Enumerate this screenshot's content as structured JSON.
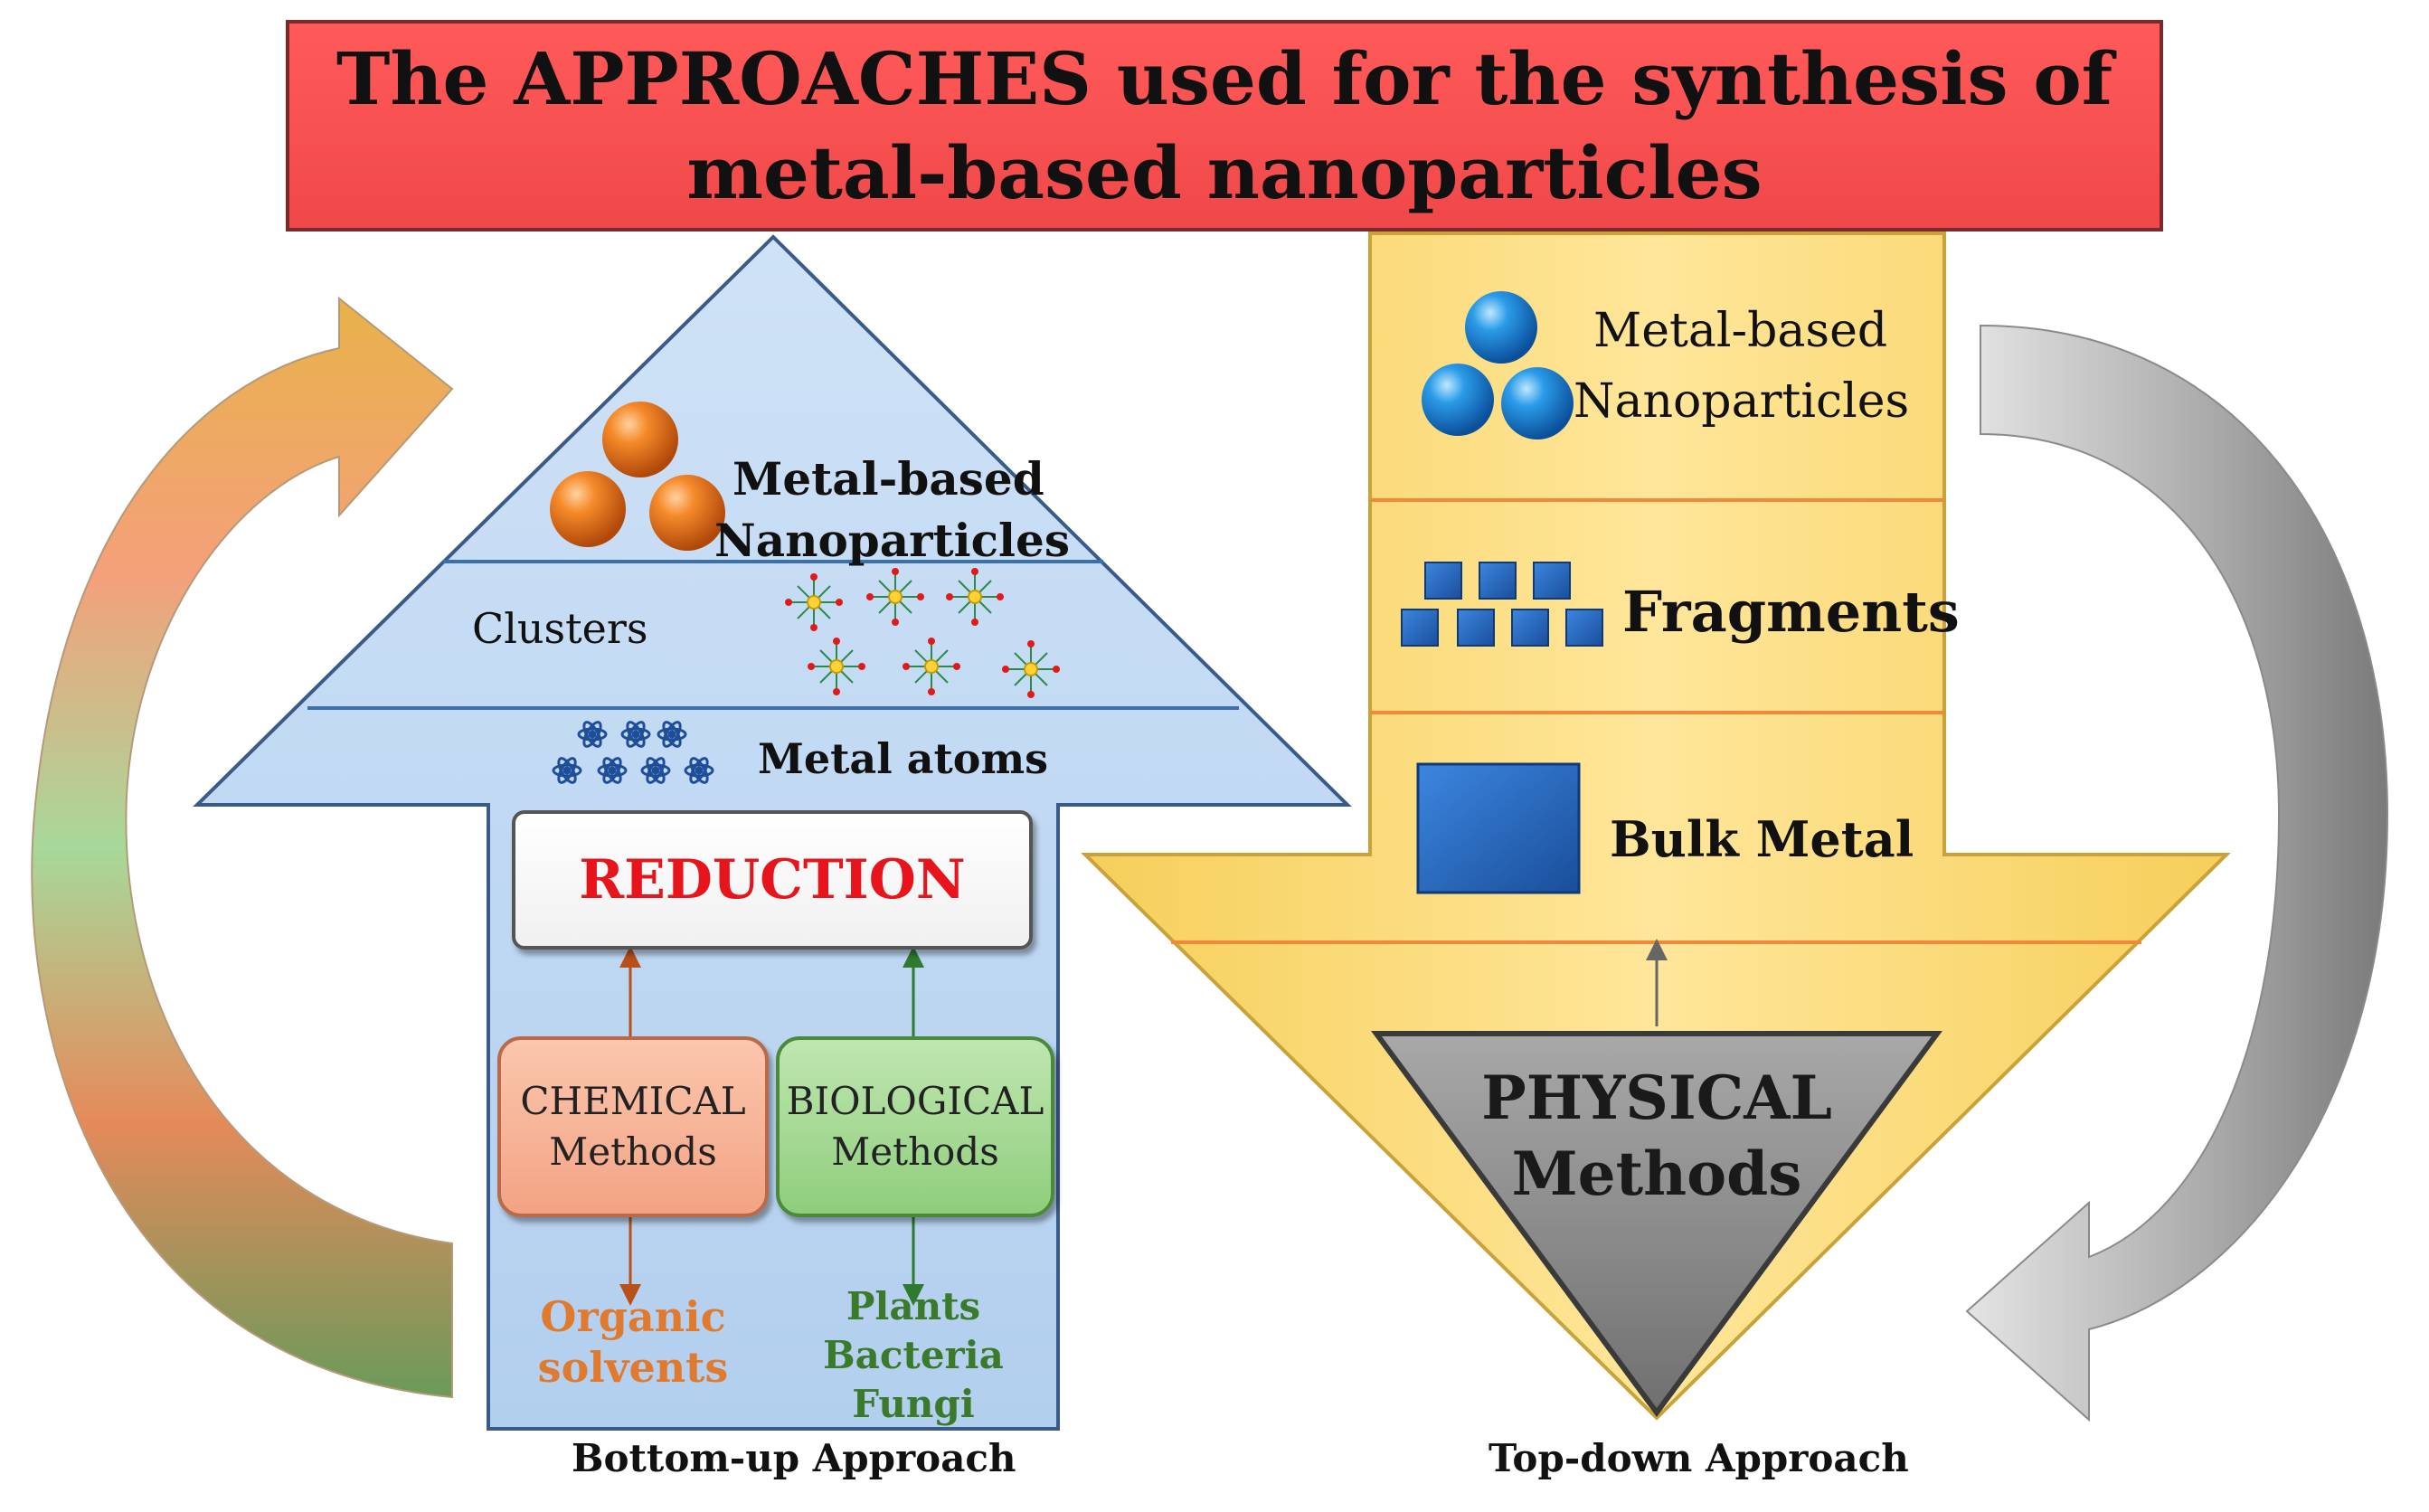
{
  "title": {
    "line1": "The APPROACHES used for the synthesis of",
    "line2": "metal-based nanoparticles"
  },
  "bottom_up": {
    "nanoparticles_line1": "Metal-based",
    "nanoparticles_line2": "Nanoparticles",
    "clusters": "Clusters",
    "metal_atoms": "Metal atoms",
    "reduction": "REDUCTION",
    "chemical_line1": "CHEMICAL",
    "chemical_line2": "Methods",
    "biological_line1": "BIOLOGICAL",
    "biological_line2": "Methods",
    "organic_line1": "Organic",
    "organic_line2": "solvents",
    "bio_source1": "Plants",
    "bio_source2": "Bacteria",
    "bio_source3": "Fungi",
    "caption": "Bottom-up Approach"
  },
  "top_down": {
    "nanoparticles_line1": "Metal-based",
    "nanoparticles_line2": "Nanoparticles",
    "fragments": "Fragments",
    "bulk_metal": "Bulk Metal",
    "physical_line1": "PHYSICAL",
    "physical_line2": "Methods",
    "caption": "Top-down Approach"
  },
  "colors": {
    "title_bg": "#ff5a5a",
    "bottom_up_fill": "#bdd7f2",
    "top_down_fill": "#ffe08a",
    "reduction_text": "#e8141c",
    "chemical_fill": "#f7b49b",
    "biological_fill": "#a9d99a",
    "organic_text": "#e07a2e",
    "bio_text": "#3a7a2a",
    "orange_sphere": "#f07a1a",
    "blue_sphere": "#1e8ad8",
    "bulk_metal": "#1f5fb8",
    "physical_fill": "#9a9a9a"
  },
  "icons": [
    "orange-sphere-icon",
    "blue-sphere-icon",
    "atom-icon",
    "cluster-icon",
    "cube-icon",
    "curved-arrow-icon"
  ]
}
